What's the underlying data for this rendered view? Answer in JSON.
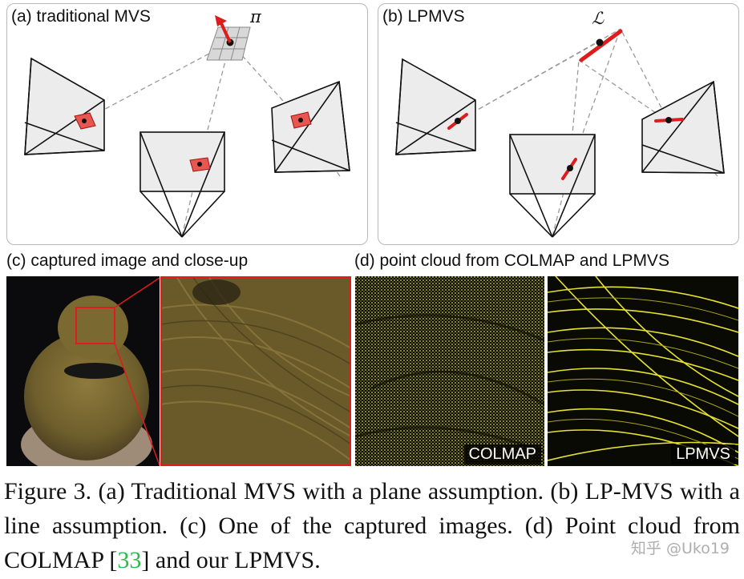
{
  "panels": {
    "a": {
      "label": "(a) traditional MVS",
      "symbol": "π"
    },
    "b": {
      "label": "(b) LPMVS",
      "symbol": "ℒ"
    }
  },
  "subcaptions": {
    "c": "(c) captured image and close-up",
    "d": "(d) point cloud from COLMAP and LPMVS"
  },
  "photo_tags": {
    "colmap": "COLMAP",
    "lpmvs": "LPMVS"
  },
  "caption": {
    "before_ref": "Figure 3. (a) Traditional MVS with a plane assumption. (b) LP-MVS with a line assumption. (c) One of the captured images. (d) Point cloud from COLMAP [",
    "ref": "33",
    "after_ref": "] and our LPMVS."
  },
  "watermark": "知乎 @Uko19",
  "colors": {
    "accent_red": "#dd1c1c",
    "reference_green": "#2fb84a",
    "hair_yellow": "#e6e230"
  }
}
